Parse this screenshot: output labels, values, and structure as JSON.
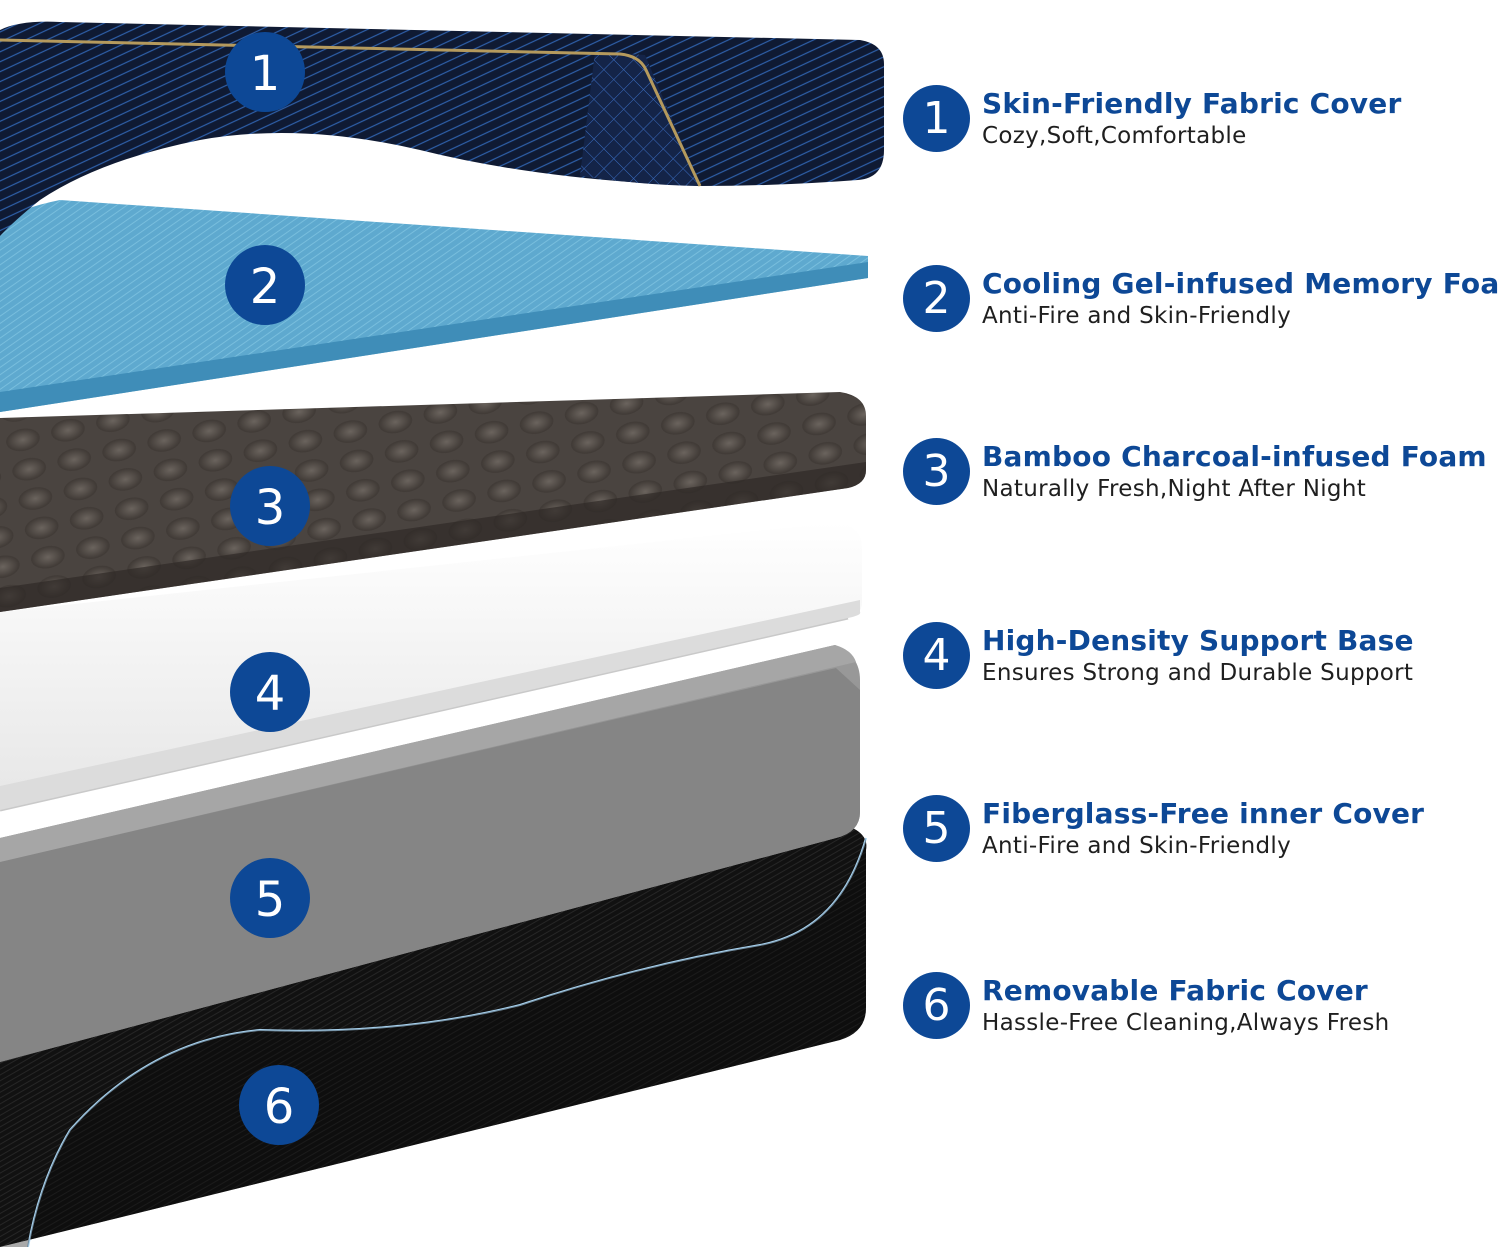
{
  "colors": {
    "accent": "#0d4896",
    "title_text": "#0d4896",
    "subtitle_text": "#1f1f1f"
  },
  "diagram": {
    "layers": [
      {
        "number": "1",
        "title": "Skin-Friendly Fabric Cover",
        "subtitle": "Cozy,Soft,Comfortable",
        "fill": "#0f1a33"
      },
      {
        "number": "2",
        "title": "Cooling Gel-infused Memory Foam",
        "subtitle": "Anti-Fire and Skin-Friendly",
        "fill": "#5ea9cf"
      },
      {
        "number": "3",
        "title": "Bamboo Charcoal-infused Foam",
        "subtitle": "Naturally Fresh,Night After Night",
        "fill": "#4a4440"
      },
      {
        "number": "4",
        "title": "High-Density Support Base",
        "subtitle": "Ensures Strong and Durable Support",
        "fill": "#f4f4f4"
      },
      {
        "number": "5",
        "title": "Fiberglass-Free inner Cover",
        "subtitle": "Anti-Fire and Skin-Friendly",
        "fill": "#8e8e8e"
      },
      {
        "number": "6",
        "title": "Removable Fabric Cover",
        "subtitle": "Hassle-Free Cleaning,Always Fresh",
        "fill": "#111111"
      }
    ]
  }
}
